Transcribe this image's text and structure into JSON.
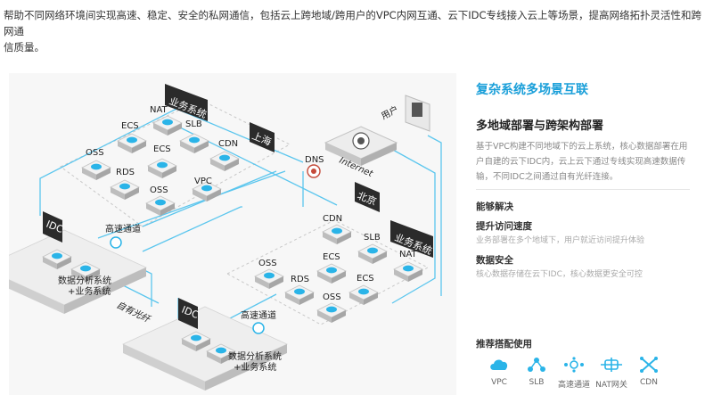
{
  "intro": {
    "line1": "帮助不同网络环境间实现高速、稳定、安全的私网通信，包括云上跨地域/跨用户的VPC内网互通、云下IDC专线接入云上等场景，提高网络拓扑灵活性和跨网通",
    "line2": "信质量。"
  },
  "diagram": {
    "left_region": {
      "tag": "业务系统",
      "city": "上海",
      "nodes": {
        "nat": "NAT",
        "ecs1": "ECS",
        "slb": "SLB",
        "oss1": "OSS",
        "ecs2": "ECS",
        "cdn": "CDN",
        "rds": "RDS",
        "oss2": "OSS",
        "vpc": "VPC"
      }
    },
    "right_region": {
      "tag": "业务系统",
      "city": "北京",
      "nodes": {
        "cdn": "CDN",
        "slb": "SLB",
        "nat": "NAT",
        "oss1": "OSS",
        "ecs1": "ECS",
        "rds": "RDS",
        "ecs2": "ECS",
        "oss2": "OSS"
      }
    },
    "internet": {
      "dns": "DNS",
      "label": "Internet",
      "user": "用户"
    },
    "idc1": {
      "tag": "IDC",
      "channel": "高速通道",
      "sys1": "数据分析系统",
      "sys2": "+业务系统"
    },
    "idc2": {
      "tag": "IDC",
      "channel": "高速通道",
      "sys1": "数据分析系统",
      "sys2": "+业务系统"
    },
    "link_label": "自有光纤"
  },
  "panel": {
    "title": "复杂系统多场景互联",
    "subtitle": "多地域部署与跨架构部署",
    "desc": [
      "基于VPC构建不同地域下的云上系统，核心数据部署在用",
      "户自建的云下IDC内，云上云下通过专线实现高速数据传",
      "输，不同IDC之间通过自有光纤连接。"
    ],
    "solves_title": "能够解决",
    "item1_title": "提升访问速度",
    "item1_desc": "业务部署在多个地域下，用户就近访问提升体验",
    "item2_title": "数据安全",
    "item2_desc": "核心数据存储在云下IDC，核心数据更安全可控",
    "recommend_title": "推荐搭配使用",
    "products": [
      "VPC",
      "SLB",
      "高速通道",
      "NAT网关",
      "CDN"
    ]
  },
  "colors": {
    "accent": "#1a9fd9",
    "icon": "#2ab4e8",
    "tag": "#2b2b2b",
    "line": "#5bc6ee"
  }
}
